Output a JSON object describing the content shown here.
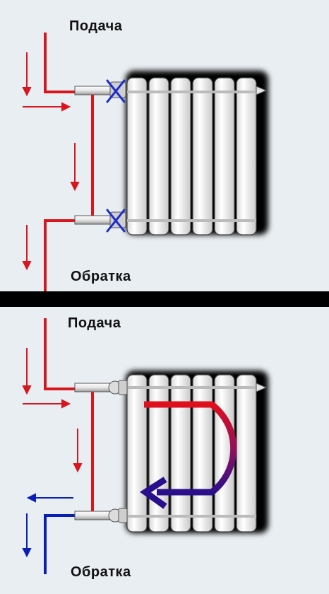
{
  "top": {
    "supply_label": "Подача",
    "return_label": "Обратка"
  },
  "bottom": {
    "supply_label": "Подача",
    "return_label": "Обратка"
  },
  "colors": {
    "hot": "#d9151e",
    "cold": "#0a1fb5",
    "flow_start": "#e0101c",
    "flow_end": "#2a0f8c",
    "valve_closed_mark": "#1a2ad0",
    "background": "#e9eef2",
    "divider": "#000000"
  },
  "icons": {
    "closed_valve": "x-mark-icon",
    "open_valve": "round-valve-icon",
    "flow_direction": "arrow-icon"
  }
}
